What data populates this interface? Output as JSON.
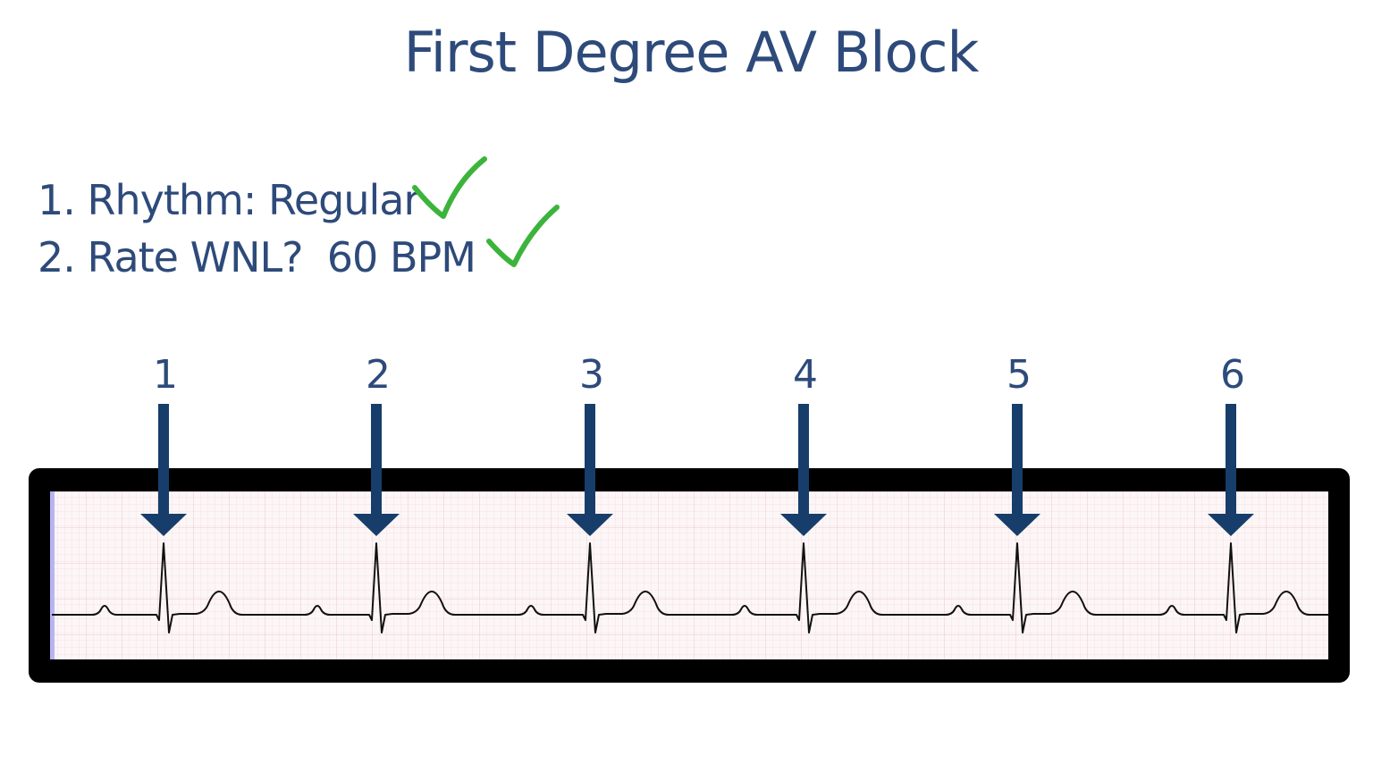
{
  "title": "First Degree AV Block",
  "criteria": [
    {
      "text": "1. Rhythm: Regular",
      "checked": true
    },
    {
      "text": "2. Rate WNL?  60 BPM",
      "checked": true
    }
  ],
  "beat_labels": [
    "1",
    "2",
    "3",
    "4",
    "5",
    "6"
  ],
  "colors": {
    "text": "#2d4a7a",
    "arrow": "#173e6b",
    "check": "#3cb43c",
    "frame": "#000000",
    "grid_paper": "#fdf5f6",
    "grid_line": "#f0d8dc",
    "trace": "#111111"
  },
  "icons": {
    "checkmark": "check-icon",
    "arrow": "arrow-down-icon"
  }
}
